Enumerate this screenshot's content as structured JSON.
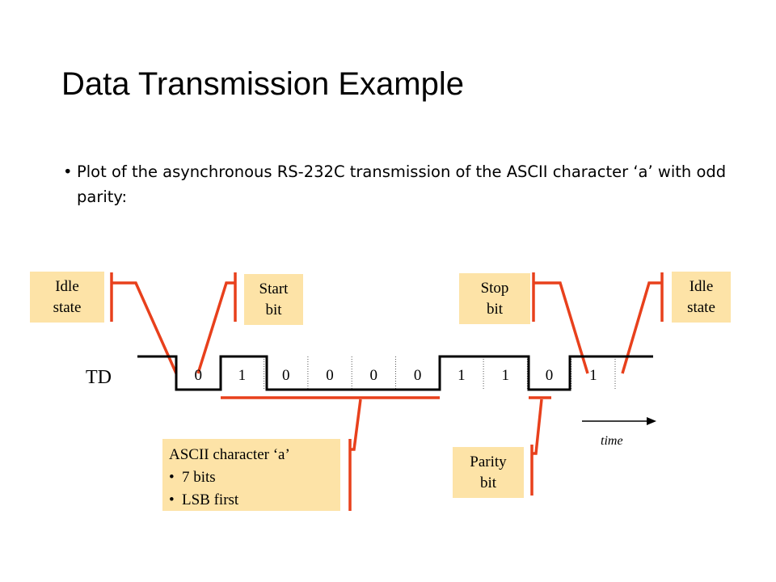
{
  "slide": {
    "title": "Data Transmission Example",
    "bullet": "Plot of the asynchronous RS-232C transmission of the ASCII character ‘a’ with odd parity:"
  },
  "diagram": {
    "signal_label": "TD",
    "bits": [
      "0",
      "1",
      "0",
      "0",
      "0",
      "0",
      "1",
      "1",
      "0",
      "1"
    ],
    "time_label": "time",
    "callouts": {
      "idle_left": {
        "line1": "Idle",
        "line2": "state"
      },
      "start_bit": {
        "line1": "Start",
        "line2": "bit"
      },
      "stop_bit": {
        "line1": "Stop",
        "line2": "bit"
      },
      "idle_right": {
        "line1": "Idle",
        "line2": "state"
      },
      "parity_bit": {
        "line1": "Parity",
        "line2": "bit"
      },
      "ascii": {
        "heading": "ASCII character ‘a’",
        "items": [
          "7 bits",
          "LSB first"
        ]
      }
    },
    "colors": {
      "callout_fill": "#fde3a7",
      "leader_line": "#e8401c",
      "waveform": "#000000"
    }
  }
}
